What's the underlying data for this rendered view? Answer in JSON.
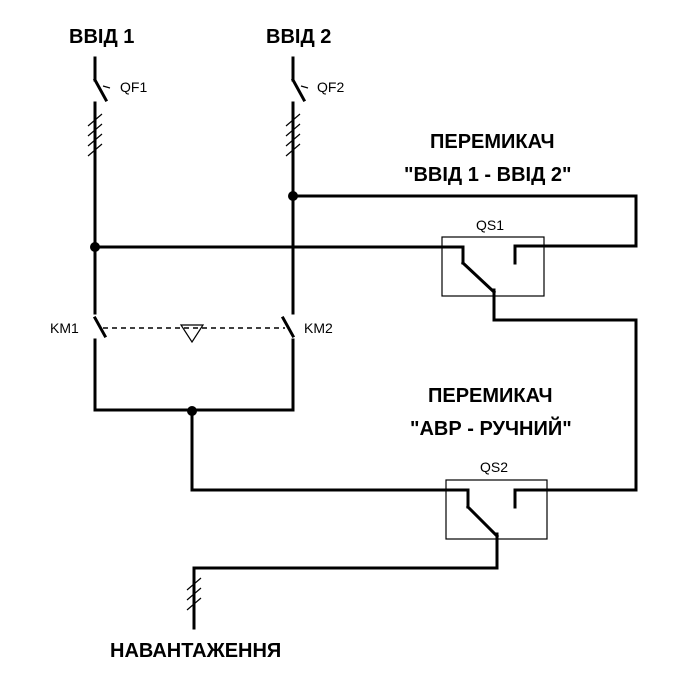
{
  "labels": {
    "input1": "ВВІД 1",
    "input2": "ВВІД 2",
    "qf1": "QF1",
    "qf2": "QF2",
    "switch1_title": "ПЕРЕМИКАЧ",
    "switch1_mode": "\"ВВІД 1  - ВВІД 2\"",
    "qs1": "QS1",
    "km1": "KM1",
    "km2": "KM2",
    "switch2_title": "ПЕРЕМИКАЧ",
    "switch2_mode": "\"АВР - РУЧНИЙ\"",
    "qs2": "QS2",
    "load": "НАВАНТАЖЕННЯ"
  }
}
